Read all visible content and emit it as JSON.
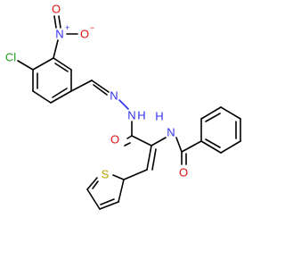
{
  "molecule": {
    "atoms": {
      "cl": "Cl",
      "n_nitro": "N",
      "o_nitro_top": "O",
      "o_nitro_right": "O",
      "n_hydrazone": "N",
      "nh_hydrazone": "N",
      "h_hydrazone": "H",
      "o_carbonyl": "O",
      "nh_amide": "N",
      "h_amide": "H",
      "o_benzamide": "O",
      "s_thiophene": "S"
    },
    "charges": {
      "plus": "+",
      "minus": "−"
    },
    "colors": {
      "chlorine": "#1f9b1f",
      "nitrogen": "#2f2ff0",
      "oxygen": "#e01010",
      "sulfur": "#b8a000",
      "bond": "#000000"
    }
  }
}
